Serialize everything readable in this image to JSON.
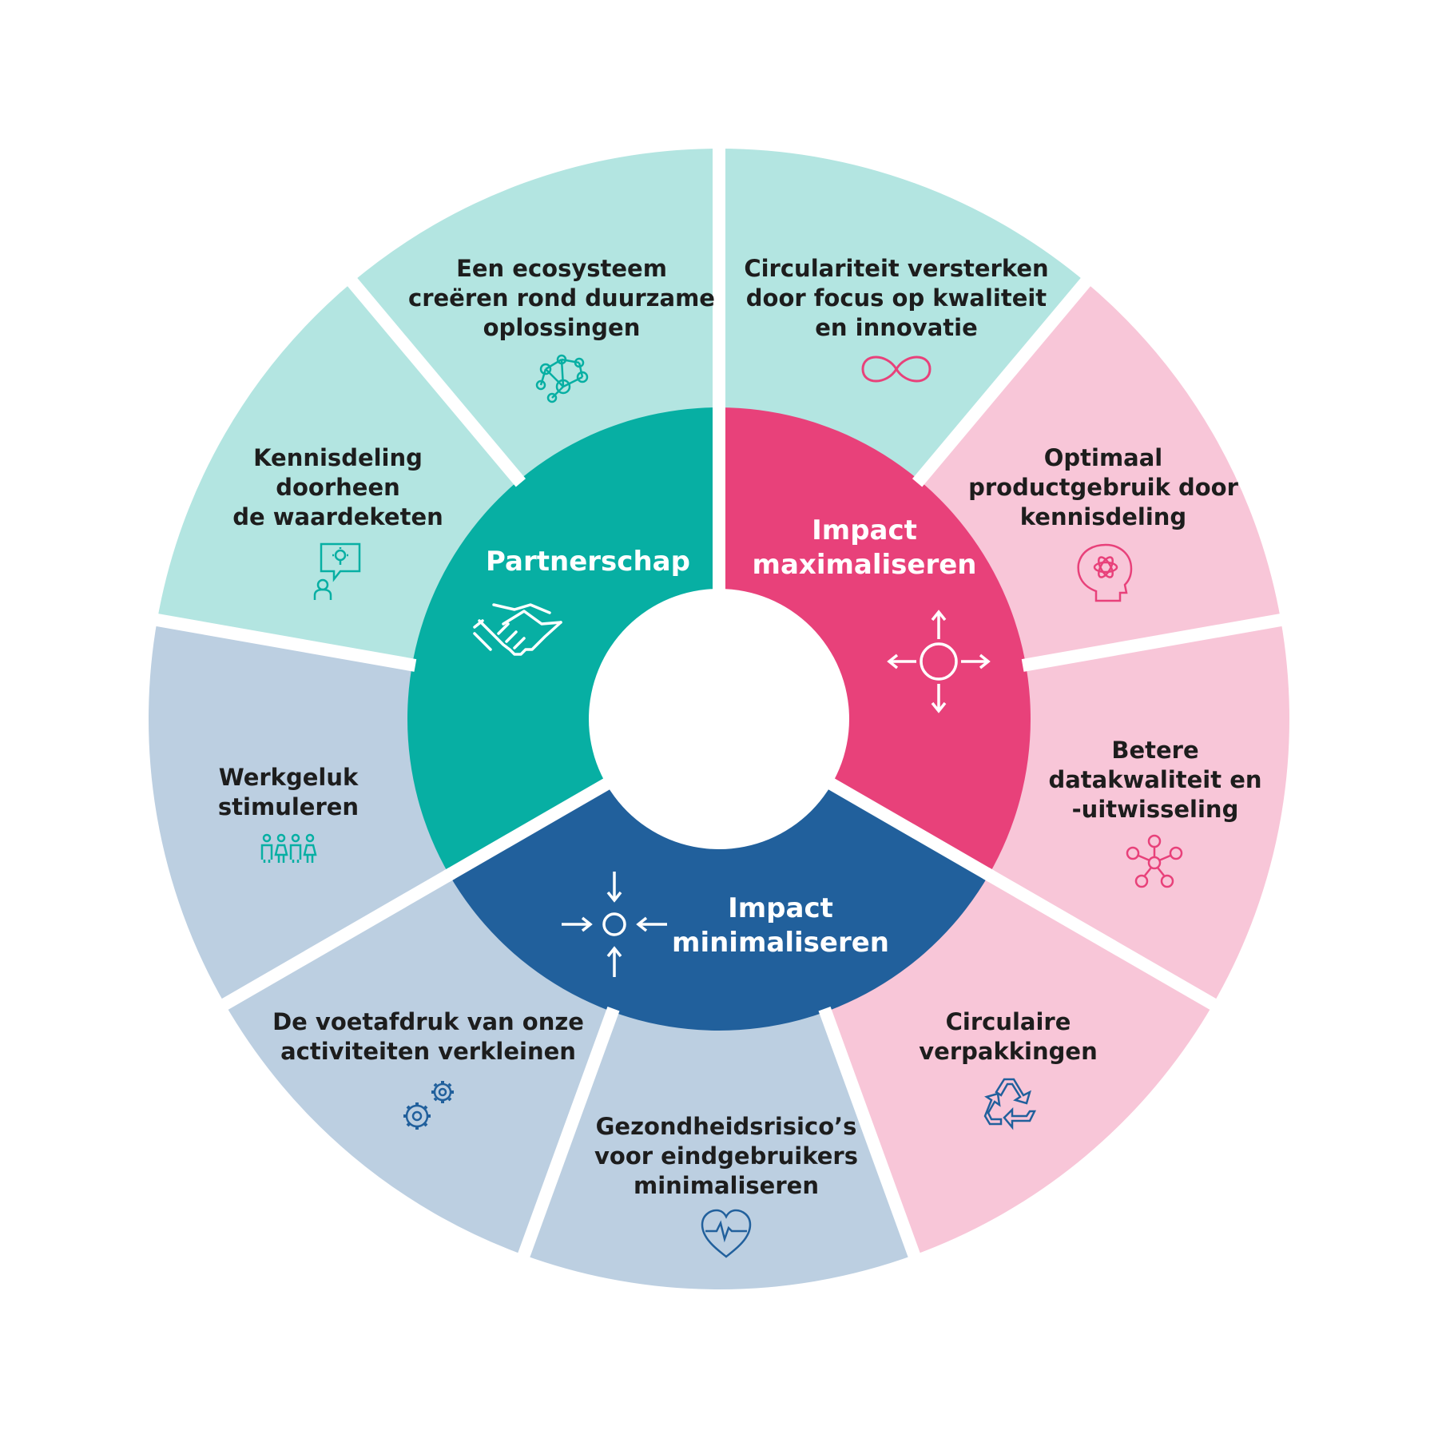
{
  "colors": {
    "teal_light": "#b3e5e1",
    "teal": "#07afa3",
    "pink_light": "#f8c6d8",
    "pink": "#e8417a",
    "blue_light": "#bccfe1",
    "blue": "#21609c",
    "white": "#ffffff"
  },
  "core": {
    "partnerschap": "Partnerschap",
    "maximaliseren": [
      "Impact",
      "maximaliseren"
    ],
    "minimaliseren": [
      "Impact",
      "minimaliseren"
    ]
  },
  "segments": [
    {
      "lines": [
        "Een ecosysteem",
        "creëren rond duurzame",
        "oplossingen"
      ],
      "icon": "network-icon"
    },
    {
      "lines": [
        "Circulariteit versterken",
        "door focus op kwaliteit",
        "en innovatie"
      ],
      "icon": "infinity-icon"
    },
    {
      "lines": [
        "Optimaal",
        "productgebruik door",
        "kennisdeling"
      ],
      "icon": "head-atom-icon"
    },
    {
      "lines": [
        "Betere",
        "datakwaliteit en",
        "-uitwisseling"
      ],
      "icon": "molecule-icon"
    },
    {
      "lines": [
        "Circulaire",
        "verpakkingen"
      ],
      "icon": "recycle-icon"
    },
    {
      "lines": [
        "Gezondheidsrisico’s",
        "voor eindgebruikers",
        "minimaliseren"
      ],
      "icon": "heart-pulse-icon"
    },
    {
      "lines": [
        "De voetafdruk van onze",
        "activiteiten verkleinen"
      ],
      "icon": "gears-icon"
    },
    {
      "lines": [
        "Werkgeluk",
        "stimuleren"
      ],
      "icon": "people-icon"
    },
    {
      "lines": [
        "Kennisdeling",
        "doorheen",
        "de waardeketen"
      ],
      "icon": "idea-presenter-icon"
    }
  ]
}
